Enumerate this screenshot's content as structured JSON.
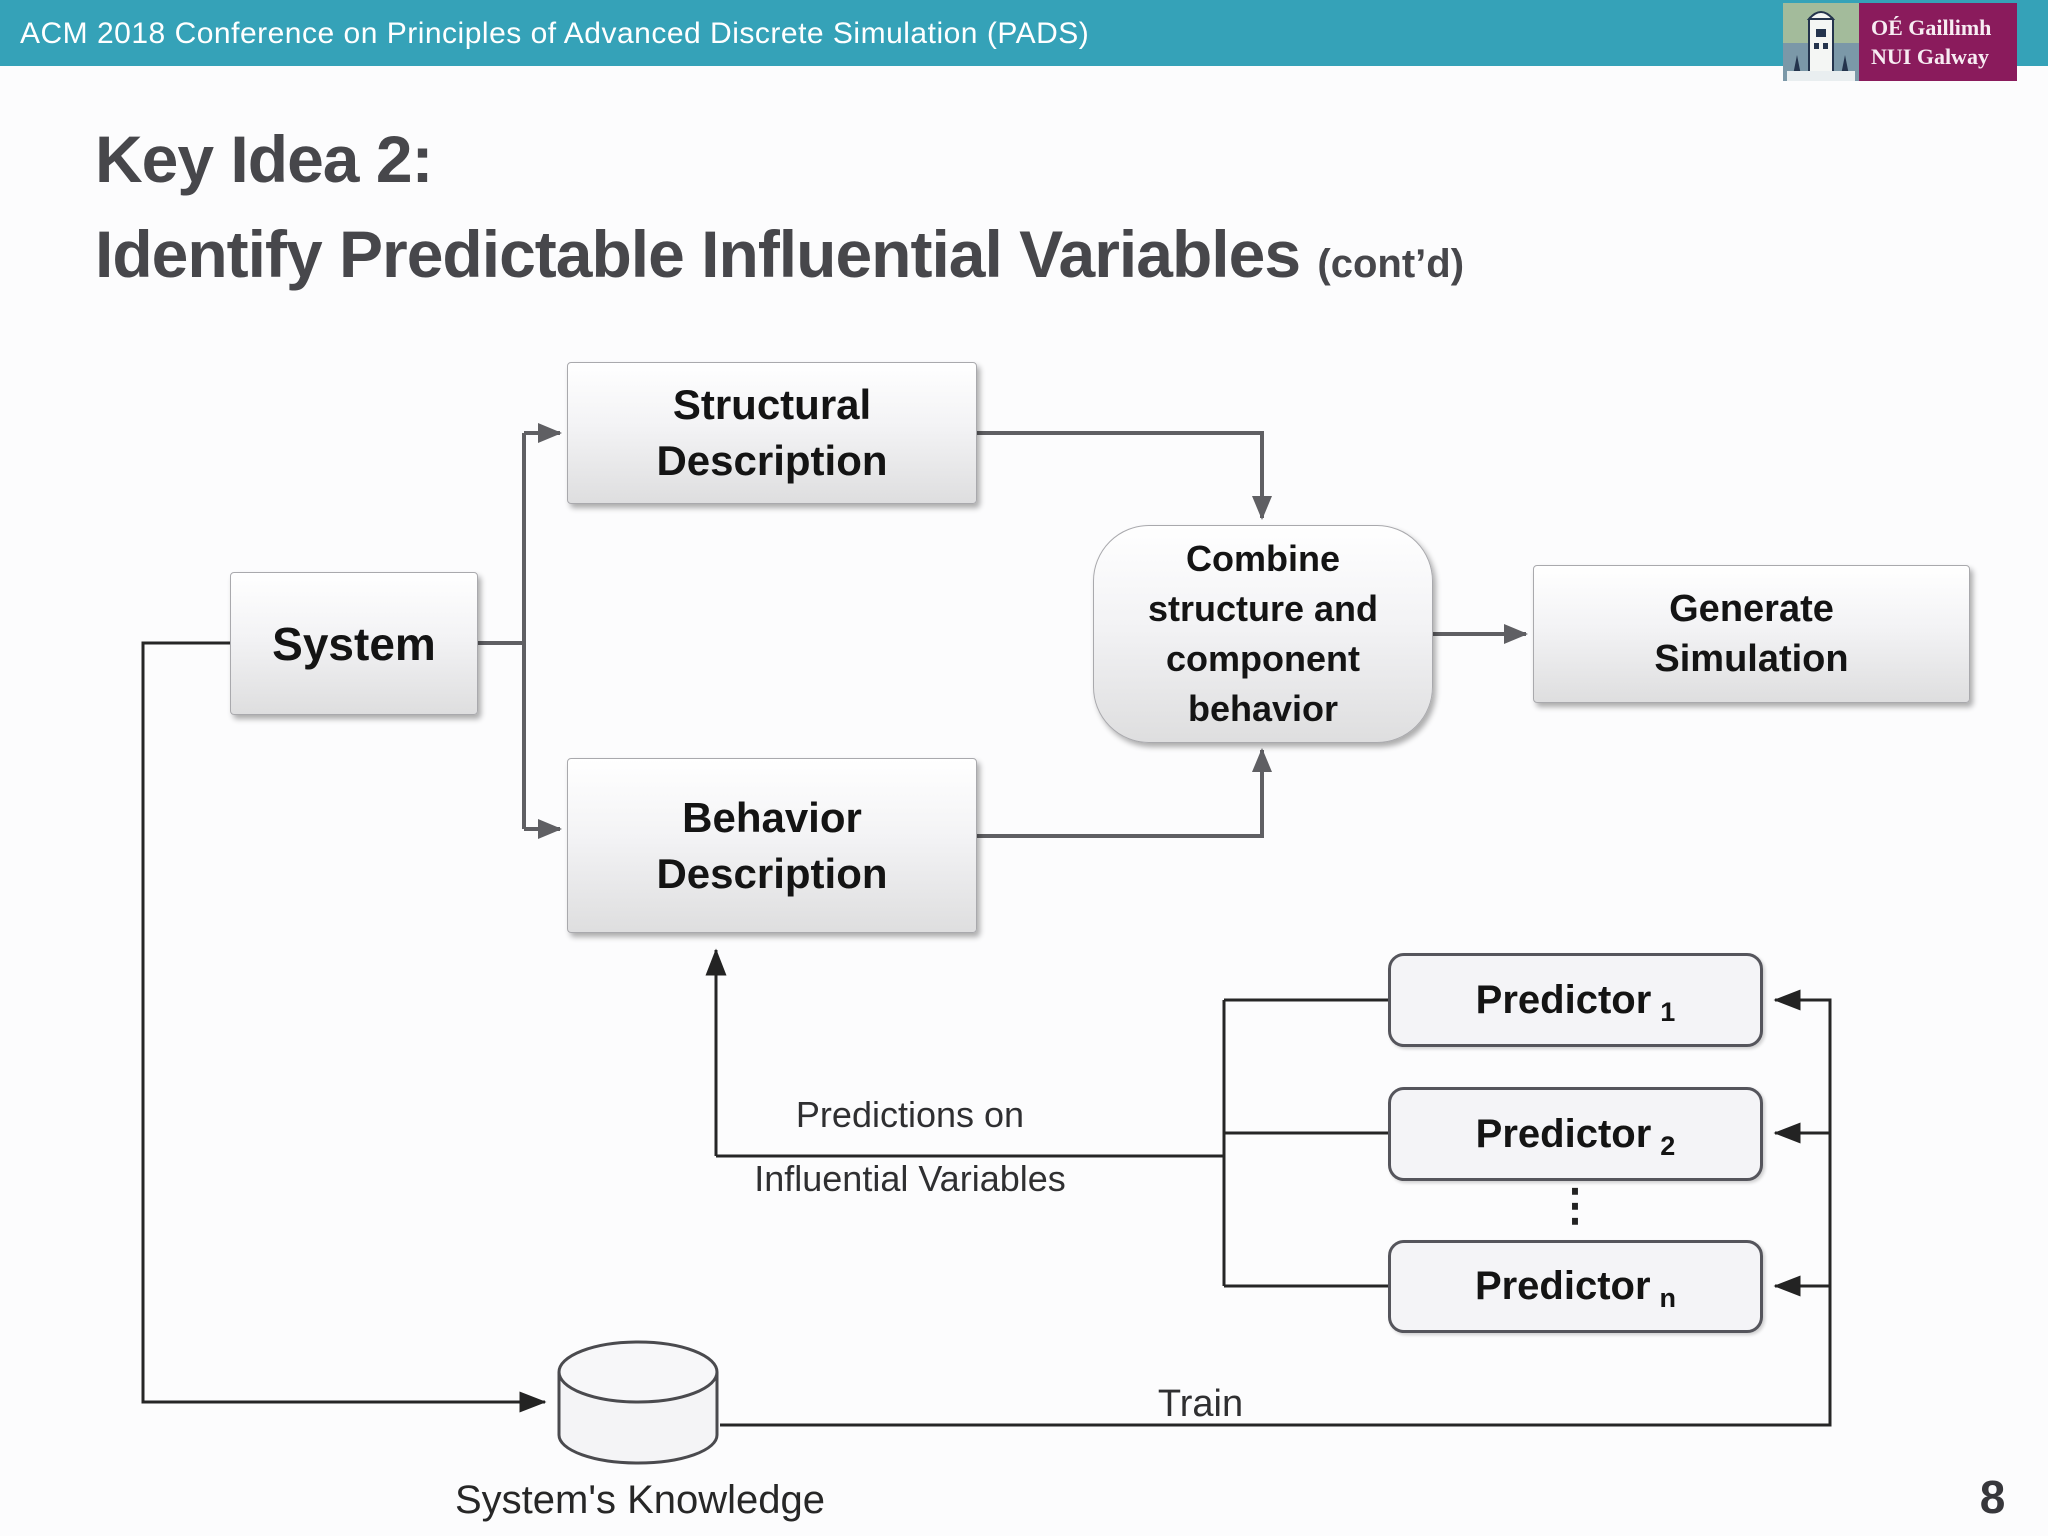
{
  "header": {
    "conference_title": "ACM 2018 Conference on Principles of Advanced Discrete Simulation (PADS)",
    "logo": {
      "line1": "OÉ Gaillimh",
      "line2": "NUI Galway"
    }
  },
  "slide": {
    "title_line1": "Key Idea 2:",
    "title_line2": "Identify Predictable Influential Variables",
    "title_note": "(cont’d)",
    "page_number": "8"
  },
  "diagram": {
    "nodes": {
      "system": "System",
      "structural_description": "Structural Description",
      "behavior_description": "Behavior Description",
      "combine": "Combine structure and component behavior",
      "generate_simulation": "Generate Simulation",
      "knowledge_store": "System's Knowledge"
    },
    "predictors": [
      {
        "label": "Predictor",
        "sub": "1"
      },
      {
        "label": "Predictor",
        "sub": "2"
      },
      {
        "label": "Predictor",
        "sub": "n"
      }
    ],
    "ellipsis": "⋮",
    "edge_labels": {
      "predictions_line1": "Predictions on",
      "predictions_line2": "Influential Variables",
      "train": "Train"
    }
  },
  "colors": {
    "header_bg": "#35a2b8",
    "logo_bg": "#8a1b5c",
    "title_text": "#47474b"
  }
}
